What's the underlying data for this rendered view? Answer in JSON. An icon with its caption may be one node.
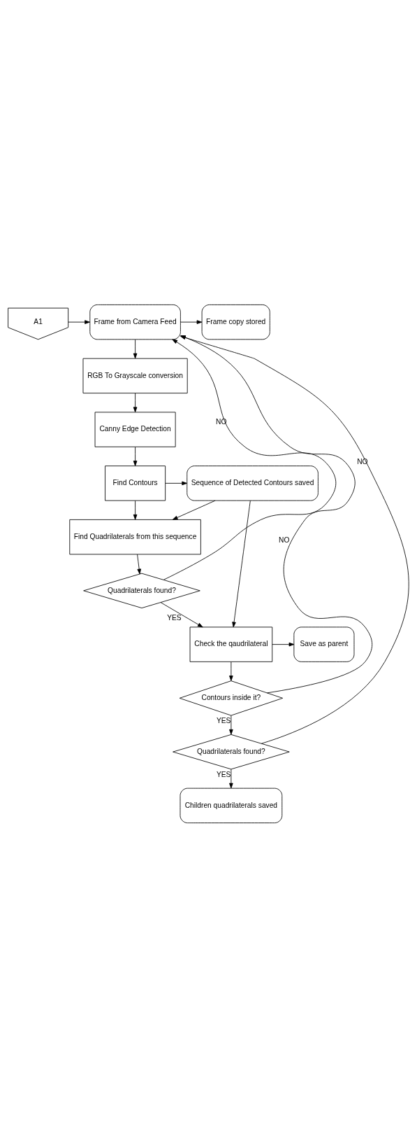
{
  "diagram": {
    "nodes": [
      {
        "text": [
          "A1"
        ]
      },
      {
        "text": [
          "Frame from Camera Feed"
        ]
      },
      {
        "text": [
          "Frame copy stored"
        ]
      },
      {
        "text": [
          "RGB To Grayscale conversion"
        ]
      },
      {
        "text": [
          "Canny Edge Detection"
        ]
      },
      {
        "text": [
          "Find Contours"
        ]
      },
      {
        "text": [
          "Sequence of Detected Contours saved"
        ]
      },
      {
        "text": [
          "Find Quadrilaterals from this sequence"
        ]
      },
      {
        "text": [
          "Quadrilaterals found?"
        ]
      },
      {
        "text": [
          "Check the qaudrilateral"
        ]
      },
      {
        "text": [
          "Save as parent"
        ]
      },
      {
        "text": [
          "Contours inside it?"
        ]
      },
      {
        "text": [
          "Quadrilaterals found?"
        ]
      },
      {
        "text": [
          "Children quadrilaterals saved"
        ]
      }
    ],
    "edges": [
      {
        "from": 0,
        "to": 1,
        "arrow": "to"
      },
      {
        "from": 1,
        "to": 2,
        "arrow": "to"
      },
      {
        "from": 1,
        "to": 3,
        "arrow": "to"
      },
      {
        "from": 3,
        "to": 4,
        "arrow": "to"
      },
      {
        "from": 4,
        "to": 5,
        "arrow": "to"
      },
      {
        "from": 5,
        "to": 6,
        "arrow": "to"
      },
      {
        "from": 5,
        "to": 7,
        "arrow": "to"
      },
      {
        "from": 6,
        "to": 7,
        "arrow": "to"
      },
      {
        "from": 7,
        "to": 8,
        "arrow": "to"
      },
      {
        "from": 8,
        "to": 1,
        "arrow": "to",
        "label": "NO"
      },
      {
        "from": 8,
        "to": 9,
        "arrow": "to",
        "label": "YES"
      },
      {
        "from": 6,
        "to": 9,
        "arrow": "to"
      },
      {
        "from": 9,
        "to": 10,
        "arrow": "to"
      },
      {
        "from": 9,
        "to": 11,
        "arrow": "to"
      },
      {
        "from": 11,
        "to": 1,
        "arrow": "to",
        "label": "NO"
      },
      {
        "from": 11,
        "to": 12,
        "arrow": "to",
        "label": "YES"
      },
      {
        "from": 12,
        "to": 1,
        "arrow": "to",
        "label": "NO"
      },
      {
        "from": 12,
        "to": 13,
        "arrow": "to",
        "label": "YES"
      }
    ]
  }
}
